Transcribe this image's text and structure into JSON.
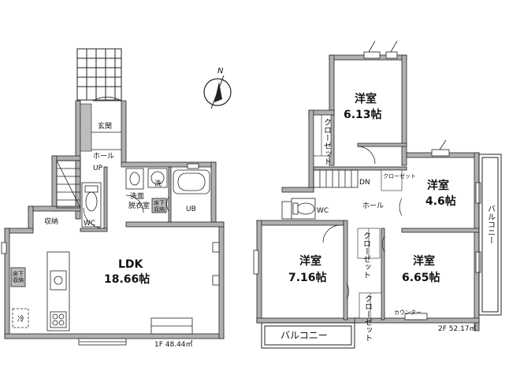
{
  "compass": {
    "north_label": "N"
  },
  "floor1": {
    "area_label": "1F 48.44㎡",
    "rooms": {
      "entrance": "玄関",
      "hall": "ホール",
      "stair_up": "UP",
      "storage": "収納",
      "wc": "WC",
      "washroom_line1": "洗面",
      "washroom_line2": "脱衣室",
      "washer": "洗",
      "underfloor_line1": "床下",
      "underfloor_line2": "収納",
      "ub": "UB",
      "ldk_name": "LDK",
      "ldk_size": "18.66帖",
      "kitchen_underfloor_line1": "床下",
      "kitchen_underfloor_line2": "収納",
      "fridge": "冷"
    }
  },
  "floor2": {
    "area_label": "2F 52.17㎡",
    "rooms": {
      "room_top_name": "洋室",
      "room_top_size": "6.13帖",
      "room_right_name": "洋室",
      "room_right_size": "4.6帖",
      "room_left_name": "洋室",
      "room_left_size": "7.16帖",
      "room_center_name": "洋室",
      "room_center_size": "6.65帖",
      "closet_a": "クローゼット",
      "closet_b": "クローゼット",
      "closet_c": "クローゼット",
      "closet_d": "クローゼット",
      "stair_dn": "DN",
      "hall": "ホール",
      "wc": "WC",
      "counter": "カウンター",
      "balcony_right": "バルコニー",
      "balcony_bottom": "バルコニー"
    }
  }
}
